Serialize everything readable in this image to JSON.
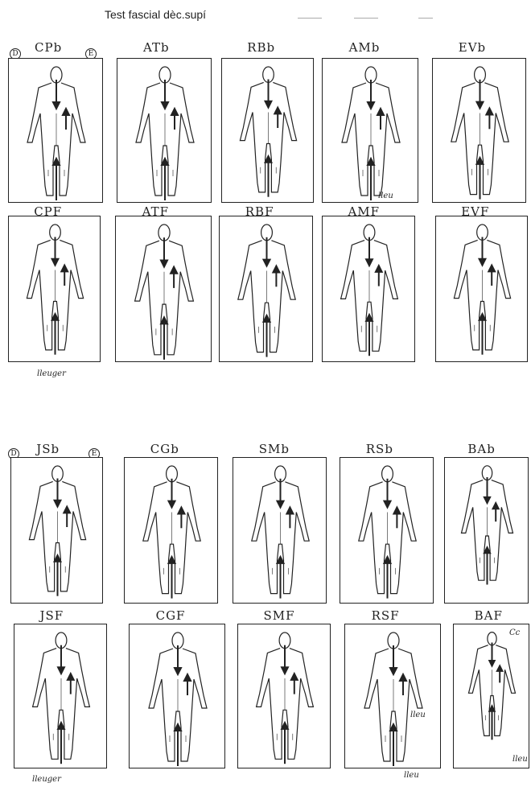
{
  "title": "Test fascial dèc.supí",
  "side_markers": {
    "group1": {
      "left": "D",
      "right": "E"
    },
    "group2": {
      "left": "D",
      "right": "E"
    }
  },
  "row1": [
    "CPb",
    "ATb",
    "RBb",
    "AMb",
    "EVb"
  ],
  "row2": [
    "CPF",
    "ATF",
    "RBF",
    "AMF",
    "EVF"
  ],
  "row3": [
    "JSb",
    "CGb",
    "SMb",
    "RSb",
    "BAb"
  ],
  "row4": [
    "JSF",
    "CGF",
    "SMF",
    "RSF",
    "BAF"
  ],
  "handwritten_notes": {
    "row1_am": "lleu",
    "row2_cp": "lleuger",
    "row4_js": "lleuger",
    "row4_rs_knee": "lleu",
    "row4_rs_foot": "lleu",
    "row4_ba_head": "Cc",
    "row4_ba_foot": "lleu"
  }
}
